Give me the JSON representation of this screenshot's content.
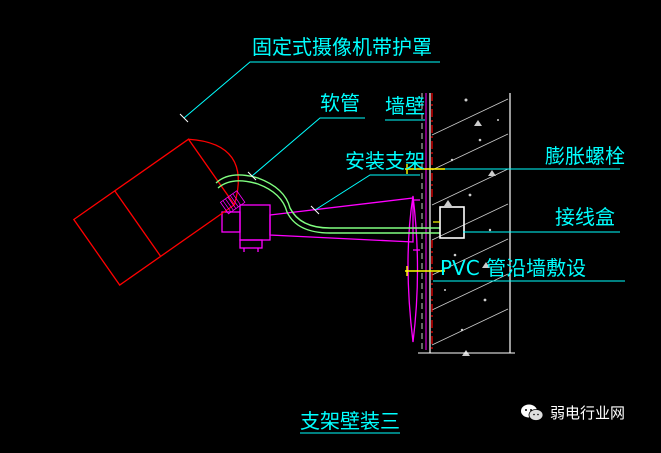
{
  "labels": {
    "camera": "固定式摄像机带护罩",
    "hose": "软管",
    "wall": "墙壁",
    "bracket": "安装支架",
    "bolt": "膨胀螺栓",
    "junction_box": "接线盒",
    "pvc": "PVC 管沿墙敷设"
  },
  "title": "支架壁装三",
  "watermark": {
    "text": "弱电行业网",
    "icon": "wechat-icon"
  },
  "colors": {
    "background": "#000000",
    "camera": "#ff0000",
    "bracket": "#ff00ff",
    "hose": "#80ff80",
    "label": "#00ffff",
    "wall": "#ffffff",
    "bolt": "#ffff00"
  }
}
